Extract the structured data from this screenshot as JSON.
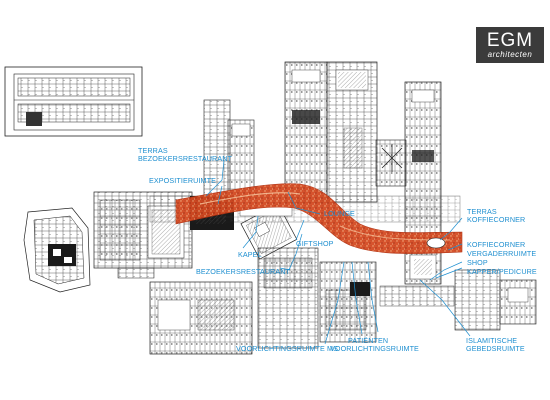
{
  "logo": {
    "main": "EGM",
    "sub": "architecten"
  },
  "labels": {
    "terras_bezoekersrestaurant_1": "TERRAS",
    "terras_bezoekersrestaurant_2": "BEZOEKERSRESTAURANT",
    "expositieruimte": "EXPOSITIERUIMTE",
    "lounge": "LOUNGE",
    "kapel": "KAPEL",
    "giftshop": "GIFTSHOP",
    "bezoekersrestaurant": "BEZOEKERSRESTAURANT",
    "voorlichtingsruimte_ms": "VOORLICHTINGSRUIMTE MS",
    "patienten_1": "PATIËNTEN",
    "patienten_2": "VOORLICHTINGSRUIMTE",
    "terras_koffiecorner_1": "TERRAS",
    "terras_koffiecorner_2": "KOFFIECORNER",
    "koffiecorner": "KOFFIECORNER",
    "vergaderruimte": "VERGADERRUIMTE",
    "shop": "SHOP",
    "kapper": "KAPPER/PEDICURE",
    "islamitische_1": "ISLAMITISCHE",
    "islamitische_2": "GEBEDSRUIMTE"
  },
  "colors": {
    "label": "#1e8fd0",
    "plan_line": "#2a2a2a",
    "ribbon": "#d2401c",
    "ribbon_light": "#f0a070",
    "dark_fill": "#1a1a1a",
    "logo_bg": "#3b3b3b"
  }
}
